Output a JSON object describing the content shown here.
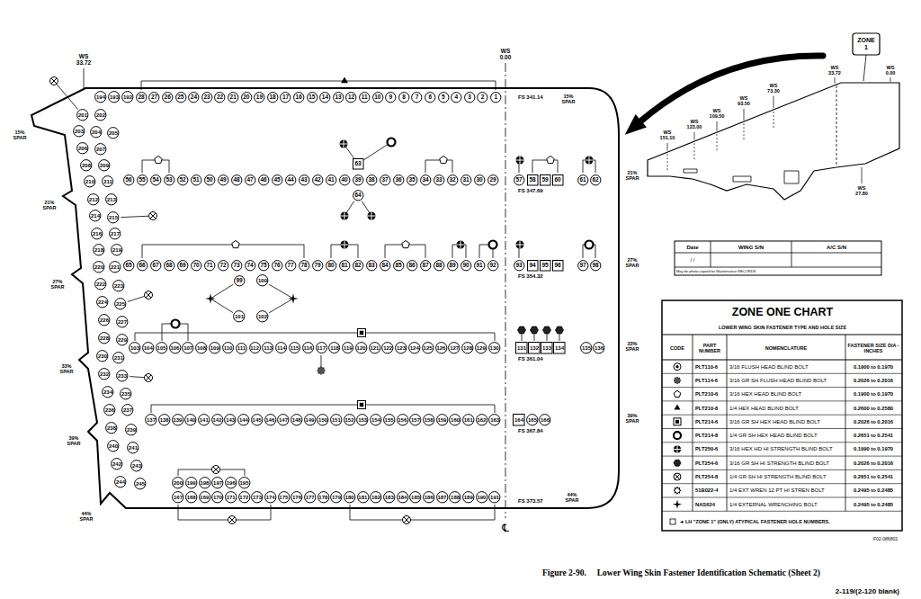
{
  "diagram": {
    "caption": "Figure 2-90.     Lower Wing Skin Fastener Identification Schematic (Sheet 2)",
    "nodes": [
      {
        "text": [
          "194"
        ]
      },
      {
        "text": [
          "193"
        ]
      },
      {
        "text": [
          "192"
        ]
      },
      {
        "text": [
          "28"
        ]
      },
      {
        "text": [
          "27"
        ]
      },
      {
        "text": [
          "26"
        ]
      },
      {
        "text": [
          "25"
        ]
      },
      {
        "text": [
          "24"
        ]
      },
      {
        "text": [
          "23"
        ]
      },
      {
        "text": [
          "22"
        ]
      },
      {
        "text": [
          "21"
        ]
      },
      {
        "text": [
          "20"
        ]
      },
      {
        "text": [
          "19"
        ]
      },
      {
        "text": [
          "18"
        ]
      },
      {
        "text": [
          "17"
        ]
      },
      {
        "text": [
          "16"
        ]
      },
      {
        "text": [
          "15"
        ]
      },
      {
        "text": [
          "14"
        ]
      },
      {
        "text": [
          "13"
        ]
      },
      {
        "text": [
          "12"
        ]
      },
      {
        "text": [
          "11"
        ]
      },
      {
        "text": [
          "10"
        ]
      },
      {
        "text": [
          "9"
        ]
      },
      {
        "text": [
          "8"
        ]
      },
      {
        "text": [
          "7"
        ]
      },
      {
        "text": [
          "6"
        ]
      },
      {
        "text": [
          "5"
        ]
      },
      {
        "text": [
          "4"
        ]
      },
      {
        "text": [
          "3"
        ]
      },
      {
        "text": [
          "2"
        ]
      },
      {
        "text": [
          "1"
        ]
      },
      {
        "text": [
          "56"
        ]
      },
      {
        "text": [
          "55"
        ]
      },
      {
        "text": [
          "54"
        ]
      },
      {
        "text": [
          "53"
        ]
      },
      {
        "text": [
          "52"
        ]
      },
      {
        "text": [
          "51"
        ]
      },
      {
        "text": [
          "50"
        ]
      },
      {
        "text": [
          "49"
        ]
      },
      {
        "text": [
          "48"
        ]
      },
      {
        "text": [
          "47"
        ]
      },
      {
        "text": [
          "46"
        ]
      },
      {
        "text": [
          "45"
        ]
      },
      {
        "text": [
          "44"
        ]
      },
      {
        "text": [
          "43"
        ]
      },
      {
        "text": [
          "42"
        ]
      },
      {
        "text": [
          "41"
        ]
      },
      {
        "text": [
          "40"
        ]
      },
      {
        "text": [
          "39"
        ]
      },
      {
        "text": [
          "38"
        ]
      },
      {
        "text": [
          "37"
        ]
      },
      {
        "text": [
          "36"
        ]
      },
      {
        "text": [
          "35"
        ]
      },
      {
        "text": [
          "34"
        ]
      },
      {
        "text": [
          "33"
        ]
      },
      {
        "text": [
          "32"
        ]
      },
      {
        "text": [
          "31"
        ]
      },
      {
        "text": [
          "30"
        ]
      },
      {
        "text": [
          "29"
        ]
      },
      {
        "text": [
          "57"
        ]
      },
      {
        "text": [
          "58"
        ]
      },
      {
        "text": [
          "59"
        ]
      },
      {
        "text": [
          "60"
        ]
      },
      {
        "text": [
          "61"
        ]
      },
      {
        "text": [
          "62"
        ]
      },
      {
        "text": [
          "63"
        ]
      },
      {
        "text": [
          "64"
        ]
      },
      {
        "text": [
          "65"
        ]
      },
      {
        "text": [
          "66"
        ]
      },
      {
        "text": [
          "67"
        ]
      },
      {
        "text": [
          "68"
        ]
      },
      {
        "text": [
          "69"
        ]
      },
      {
        "text": [
          "70"
        ]
      },
      {
        "text": [
          "71"
        ]
      },
      {
        "text": [
          "72"
        ]
      },
      {
        "text": [
          "73"
        ]
      },
      {
        "text": [
          "74"
        ]
      },
      {
        "text": [
          "75"
        ]
      },
      {
        "text": [
          "76"
        ]
      },
      {
        "text": [
          "77"
        ]
      },
      {
        "text": [
          "78"
        ]
      },
      {
        "text": [
          "79"
        ]
      },
      {
        "text": [
          "80"
        ]
      },
      {
        "text": [
          "81"
        ]
      },
      {
        "text": [
          "82"
        ]
      },
      {
        "text": [
          "83"
        ]
      },
      {
        "text": [
          "84"
        ]
      },
      {
        "text": [
          "85"
        ]
      },
      {
        "text": [
          "86"
        ]
      },
      {
        "text": [
          "87"
        ]
      },
      {
        "text": [
          "88"
        ]
      },
      {
        "text": [
          "89"
        ]
      },
      {
        "text": [
          "90"
        ]
      },
      {
        "text": [
          "91"
        ]
      },
      {
        "text": [
          "92"
        ]
      },
      {
        "text": [
          "93"
        ]
      },
      {
        "text": [
          "94"
        ]
      },
      {
        "text": [
          "95"
        ]
      },
      {
        "text": [
          "96"
        ]
      },
      {
        "text": [
          "97"
        ]
      },
      {
        "text": [
          "98"
        ]
      },
      {
        "text": [
          "99"
        ]
      },
      {
        "text": [
          "100"
        ]
      },
      {
        "text": [
          "101"
        ]
      },
      {
        "text": [
          "102"
        ]
      },
      {
        "text": [
          "103"
        ]
      },
      {
        "text": [
          "104"
        ]
      },
      {
        "text": [
          "105"
        ]
      },
      {
        "text": [
          "106"
        ]
      },
      {
        "text": [
          "107"
        ]
      },
      {
        "text": [
          "108"
        ]
      },
      {
        "text": [
          "109"
        ]
      },
      {
        "text": [
          "110"
        ]
      },
      {
        "text": [
          "111"
        ]
      },
      {
        "text": [
          "112"
        ]
      },
      {
        "text": [
          "113"
        ]
      },
      {
        "text": [
          "114"
        ]
      },
      {
        "text": [
          "115"
        ]
      },
      {
        "text": [
          "116"
        ]
      },
      {
        "text": [
          "117"
        ]
      },
      {
        "text": [
          "118"
        ]
      },
      {
        "text": [
          "119"
        ]
      },
      {
        "text": [
          "120"
        ]
      },
      {
        "text": [
          "121"
        ]
      },
      {
        "text": [
          "122"
        ]
      },
      {
        "text": [
          "123"
        ]
      },
      {
        "text": [
          "124"
        ]
      },
      {
        "text": [
          "125"
        ]
      },
      {
        "text": [
          "126"
        ]
      },
      {
        "text": [
          "127"
        ]
      },
      {
        "text": [
          "128"
        ]
      },
      {
        "text": [
          "129"
        ]
      },
      {
        "text": [
          "130"
        ]
      },
      {
        "text": [
          "131"
        ]
      },
      {
        "text": [
          "132"
        ]
      },
      {
        "text": [
          "133"
        ]
      },
      {
        "text": [
          "134"
        ]
      },
      {
        "text": [
          "135"
        ]
      },
      {
        "text": [
          "136"
        ]
      },
      {
        "text": [
          "137"
        ]
      },
      {
        "text": [
          "138"
        ]
      },
      {
        "text": [
          "139"
        ]
      },
      {
        "text": [
          "140"
        ]
      },
      {
        "text": [
          "141"
        ]
      },
      {
        "text": [
          "142"
        ]
      },
      {
        "text": [
          "143"
        ]
      },
      {
        "text": [
          "144"
        ]
      },
      {
        "text": [
          "145"
        ]
      },
      {
        "text": [
          "146"
        ]
      },
      {
        "text": [
          "147"
        ]
      },
      {
        "text": [
          "148"
        ]
      },
      {
        "text": [
          "149"
        ]
      },
      {
        "text": [
          "150"
        ]
      },
      {
        "text": [
          "151"
        ]
      },
      {
        "text": [
          "152"
        ]
      },
      {
        "text": [
          "153"
        ]
      },
      {
        "text": [
          "154"
        ]
      },
      {
        "text": [
          "155"
        ]
      },
      {
        "text": [
          "156"
        ]
      },
      {
        "text": [
          "157"
        ]
      },
      {
        "text": [
          "158"
        ]
      },
      {
        "text": [
          "159"
        ]
      },
      {
        "text": [
          "160"
        ]
      },
      {
        "text": [
          "161"
        ]
      },
      {
        "text": [
          "162"
        ]
      },
      {
        "text": [
          "163"
        ]
      },
      {
        "text": [
          "164"
        ]
      },
      {
        "text": [
          "165"
        ]
      },
      {
        "text": [
          "166"
        ]
      },
      {
        "text": [
          "200"
        ]
      },
      {
        "text": [
          "199"
        ]
      },
      {
        "text": [
          "198"
        ]
      },
      {
        "text": [
          "197"
        ]
      },
      {
        "text": [
          "196"
        ]
      },
      {
        "text": [
          "195"
        ]
      },
      {
        "text": [
          "167"
        ]
      },
      {
        "text": [
          "168"
        ]
      },
      {
        "text": [
          "169"
        ]
      },
      {
        "text": [
          "170"
        ]
      },
      {
        "text": [
          "171"
        ]
      },
      {
        "text": [
          "172"
        ]
      },
      {
        "text": [
          "173"
        ]
      },
      {
        "text": [
          "174"
        ]
      },
      {
        "text": [
          "175"
        ]
      },
      {
        "text": [
          "176"
        ]
      },
      {
        "text": [
          "177"
        ]
      },
      {
        "text": [
          "178"
        ]
      },
      {
        "text": [
          "179"
        ]
      },
      {
        "text": [
          "180"
        ]
      },
      {
        "text": [
          "181"
        ]
      },
      {
        "text": [
          "182"
        ]
      },
      {
        "text": [
          "183"
        ]
      },
      {
        "text": [
          "184"
        ]
      },
      {
        "text": [
          "185"
        ]
      },
      {
        "text": [
          "186"
        ]
      },
      {
        "text": [
          "187"
        ]
      },
      {
        "text": [
          "188"
        ]
      },
      {
        "text": [
          "189"
        ]
      },
      {
        "text": [
          "190"
        ]
      },
      {
        "text": [
          "191"
        ]
      },
      {
        "text": [
          "201"
        ]
      },
      {
        "text": [
          "202"
        ]
      },
      {
        "text": [
          "203"
        ]
      },
      {
        "text": [
          "204"
        ]
      },
      {
        "text": [
          "205"
        ]
      },
      {
        "text": [
          "206"
        ]
      },
      {
        "text": [
          "207"
        ]
      },
      {
        "text": [
          "208"
        ]
      },
      {
        "text": [
          "209"
        ]
      },
      {
        "text": [
          "210"
        ]
      },
      {
        "text": [
          "211"
        ]
      },
      {
        "text": [
          "212"
        ]
      },
      {
        "text": [
          "213"
        ]
      },
      {
        "text": [
          "214"
        ]
      },
      {
        "text": [
          "215"
        ]
      },
      {
        "text": [
          "216"
        ]
      },
      {
        "text": [
          "217"
        ]
      },
      {
        "text": [
          "218"
        ]
      },
      {
        "text": [
          "219"
        ]
      },
      {
        "text": [
          "220"
        ]
      },
      {
        "text": [
          "221"
        ]
      },
      {
        "text": [
          "222"
        ]
      },
      {
        "text": [
          "223"
        ]
      },
      {
        "text": [
          "224"
        ]
      },
      {
        "text": [
          "225"
        ]
      },
      {
        "text": [
          "226"
        ]
      },
      {
        "text": [
          "227"
        ]
      },
      {
        "text": [
          "228"
        ]
      },
      {
        "text": [
          "229"
        ]
      },
      {
        "text": [
          "230"
        ]
      },
      {
        "text": [
          "231"
        ]
      },
      {
        "text": [
          "232"
        ]
      },
      {
        "text": [
          "233"
        ]
      },
      {
        "text": [
          "234"
        ]
      },
      {
        "text": [
          "235"
        ]
      },
      {
        "text": [
          "236"
        ]
      },
      {
        "text": [
          "237"
        ]
      },
      {
        "text": [
          "238"
        ]
      },
      {
        "text": [
          "239"
        ]
      },
      {
        "text": [
          "240"
        ]
      },
      {
        "text": [
          "241"
        ]
      },
      {
        "text": [
          "242"
        ]
      },
      {
        "text": [
          "243"
        ]
      },
      {
        "text": [
          "244"
        ]
      },
      {
        "text": [
          "245"
        ]
      }
    ],
    "labels": [
      "WS 33.72",
      "WS 0.00",
      "FS 341.14",
      "15% SPAR",
      "15% SPAR",
      "FS 347.69",
      "21% SPAR",
      "21% SPAR",
      "FS 354.32",
      "27% SPAR",
      "27% SPAR",
      "FS 361.04",
      "33% SPAR",
      "33% SPAR",
      "FS 367.84",
      "39% SPAR",
      "39% SPAR",
      "FS 373.57",
      "44% SPAR",
      "44% SPAR",
      "℄",
      "ZONE 1",
      "WS 33.72",
      "WS 0.00",
      "WS 73.30",
      "WS 93.50",
      "WS 109.50",
      "WS 123.00",
      "WS 151.10",
      "WS 27.80",
      "Date",
      "WING S/N",
      "A/C S/N",
      "/ /",
      "May be photo-copied for Maintenance RECORDS",
      "ZONE ONE CHART",
      "LOWER WING SKIN FASTENER TYPE AND HOLE SIZE",
      "CODE",
      "PART NUMBER",
      "NOMENCLATURE",
      "FASTENER SIZE DIA - INCHES",
      "PLT110-6",
      "3/16 FLUSH HEAD BLIND BOLT",
      "0.1900 to 0.1970",
      "PLT114-6",
      "3/16 GR SH FLUSH HEAD BLIND BOLT",
      "0.2026 to 0.2016",
      "PLT210-6",
      "3/16 HEX HEAD BLIND BOLT",
      "0.1900 to 0.1970",
      "PLT210-8",
      "1/4 HEX HEAD BLIND BOLT",
      "0.2600 to 0.2580",
      "PLT214-6",
      "3/16 GR SH HEX HEAD BLIND BOLT",
      "0.2026 to 0.2016",
      "PLT214-8",
      "1/4 GR SH HEX HEAD BLIND BOLT",
      "0.2651 to 0.2541",
      "PLT250-6",
      "3/16 HEX HD HI STRENGTH BLIND BOLT",
      "0.1990 to 0.1970",
      "PLT254-6",
      "3/16 GR SH HI STRENGTH BLIND BOLT",
      "0.2026 to 0.2016",
      "PLT254-8",
      "1/4 GR SH HI STRENGTH BLIND BOLT",
      "0.2651 to 0.2541",
      "51B022-4",
      "1/4 EXT WREN 12 PT HI STREN BOLT",
      "0.2495 to 0.2485",
      "NAS624",
      "1/4 EXTERNAL WRENCHING BOLT",
      "0.2495 to 0.2485",
      "◄ LH \"ZONE 1\" (ONLY) ATYPICAL FASTENER HOLE NUMBERS.",
      "F02-086802",
      "2-119/(2-120 blank)"
    ]
  }
}
